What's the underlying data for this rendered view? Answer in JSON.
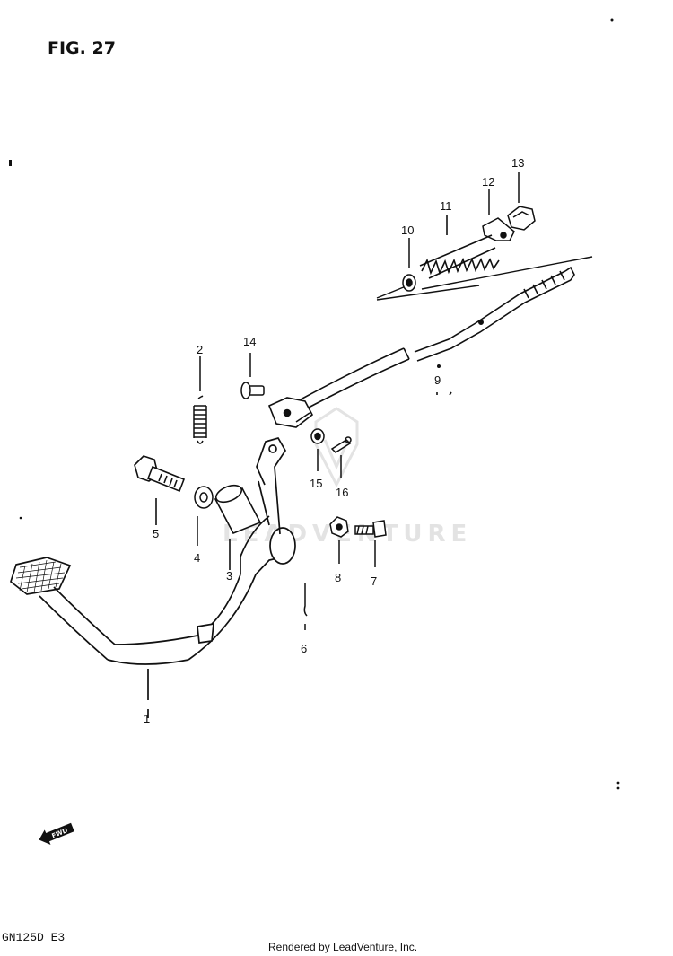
{
  "figure": {
    "title": "FIG. 27"
  },
  "callouts": {
    "p1": "1",
    "p2": "2",
    "p3": "3",
    "p4": "4",
    "p5": "5",
    "p6": "6",
    "p7": "7",
    "p8": "8",
    "p9": "9",
    "p10": "10",
    "p11": "11",
    "p12": "12",
    "p13": "13",
    "p14": "14",
    "p15": "15",
    "p16": "16"
  },
  "direction_badge": "FWD",
  "watermark": "LEADVENTURE",
  "footer": {
    "model": "GN125D  E3",
    "rendered_by": "Rendered by LeadVenture, Inc."
  },
  "colors": {
    "ink": "#111111",
    "watermark": "#e3e3e3",
    "paper": "#ffffff"
  }
}
